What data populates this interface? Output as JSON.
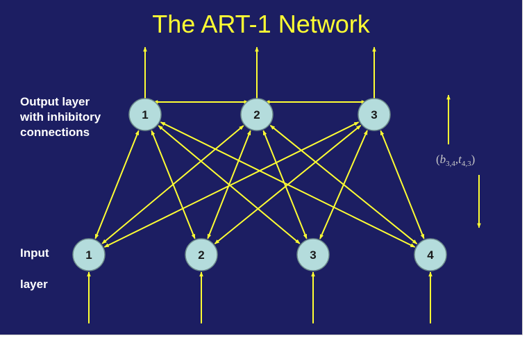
{
  "slide": {
    "title": "The ART-1 Network",
    "output_label": [
      "Output layer",
      "with inhibitory",
      "connections"
    ],
    "input_label": [
      "Input",
      "layer"
    ]
  },
  "nodes": {
    "output": [
      "1",
      "2",
      "3"
    ],
    "input": [
      "1",
      "2",
      "3",
      "4"
    ]
  },
  "weight_label": {
    "open": "(",
    "b": "b",
    "b_sub": "3,4",
    "comma": ",",
    "t": "t",
    "t_sub": "4,3",
    "close": ")"
  },
  "colors": {
    "background": "#1c1e62",
    "arrow": "#ffff33",
    "node_fill": "#b4dcdc",
    "node_stroke": "#6e8c8c",
    "title": "#ffff33",
    "label": "#ffffff"
  },
  "edges": {
    "bidirectional": [
      {
        "output": 0,
        "input": 0
      },
      {
        "output": 0,
        "input": 1
      },
      {
        "output": 0,
        "input": 2
      },
      {
        "output": 0,
        "input": 3
      },
      {
        "output": 1,
        "input": 0
      },
      {
        "output": 1,
        "input": 1
      },
      {
        "output": 1,
        "input": 2
      },
      {
        "output": 1,
        "input": 3
      },
      {
        "output": 2,
        "input": 0
      },
      {
        "output": 2,
        "input": 1
      },
      {
        "output": 2,
        "input": 2
      },
      {
        "output": 2,
        "input": 3
      }
    ],
    "inhibitory": [
      {
        "from": 0,
        "to": 1
      },
      {
        "from": 1,
        "to": 2
      }
    ]
  }
}
